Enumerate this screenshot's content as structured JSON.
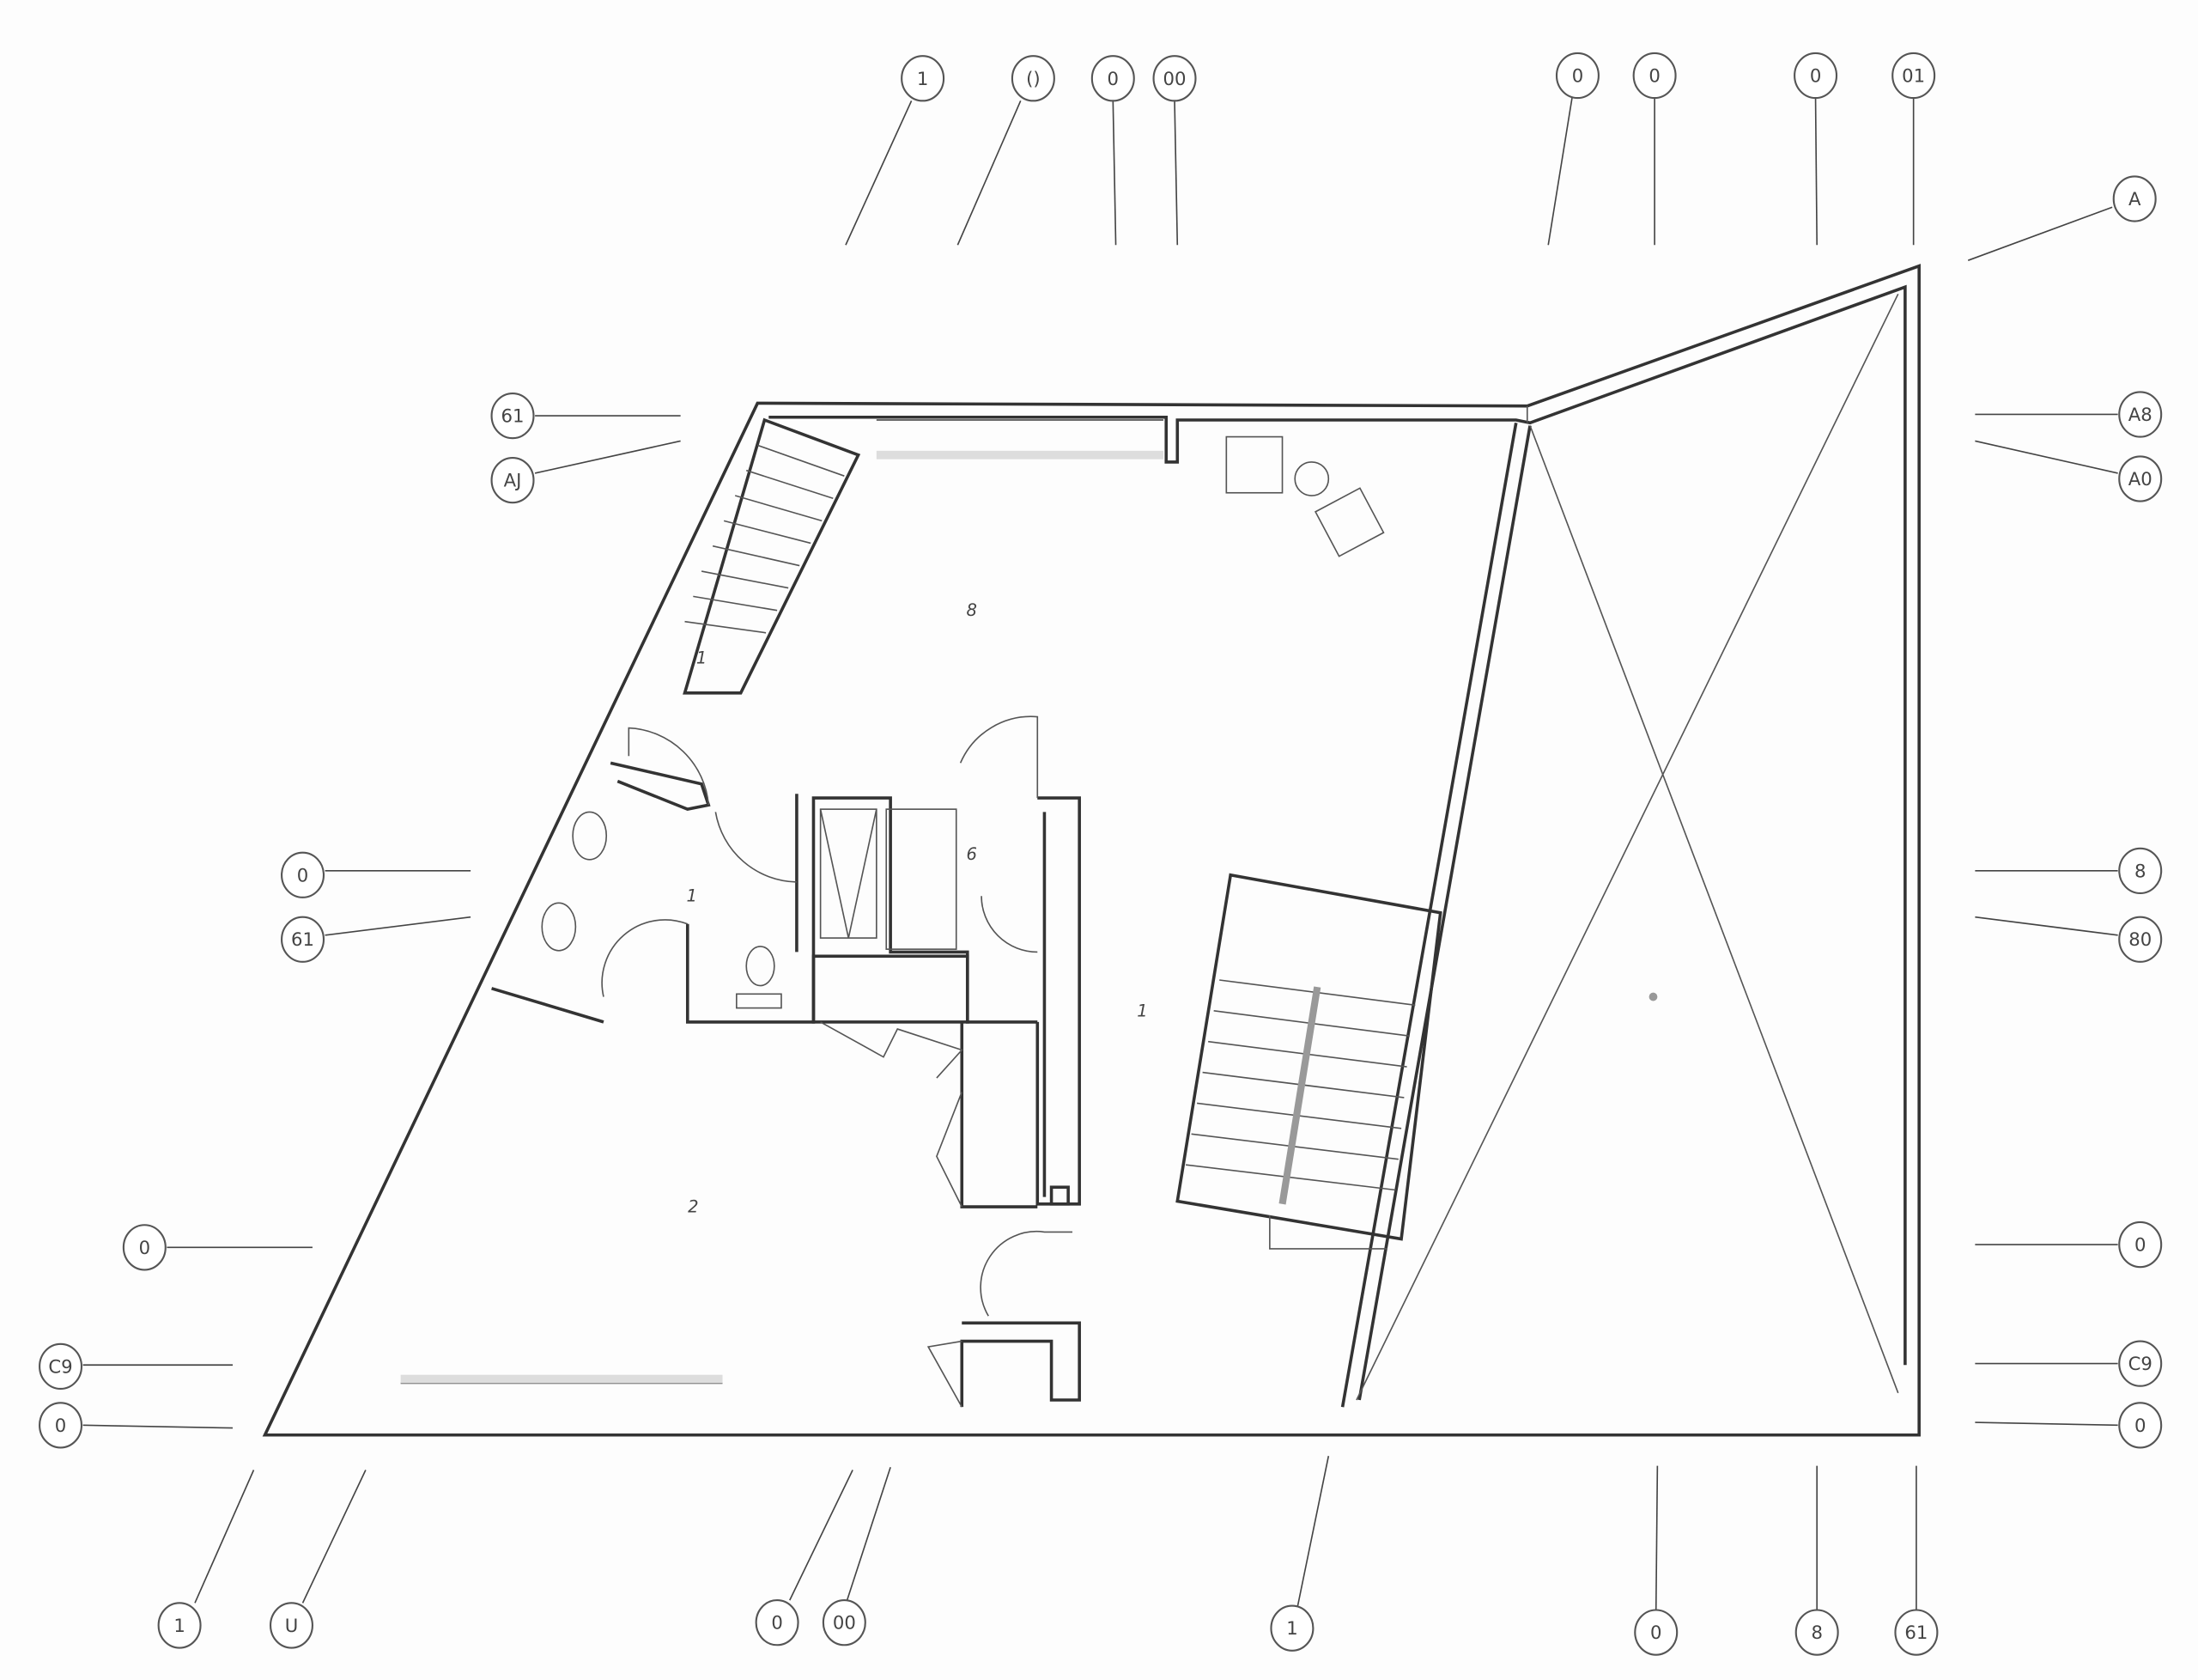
{
  "callouts": {
    "top": [
      "1",
      "()",
      "0",
      "00",
      "0",
      "0",
      "0",
      "01",
      "A"
    ],
    "left": [
      "61",
      "AJ",
      "0",
      "61",
      "0",
      "C9",
      "0"
    ],
    "right": [
      "A8",
      "A0",
      "8",
      "80",
      "0",
      "C9",
      "0"
    ],
    "bottom": [
      "1",
      "U",
      "0",
      "00",
      "1",
      "0",
      "8",
      "61"
    ]
  },
  "rooms": [
    "8",
    "1",
    "6",
    "1",
    "1",
    "2"
  ],
  "colors": {
    "line": "#333333",
    "background": "#fdfdfd"
  }
}
